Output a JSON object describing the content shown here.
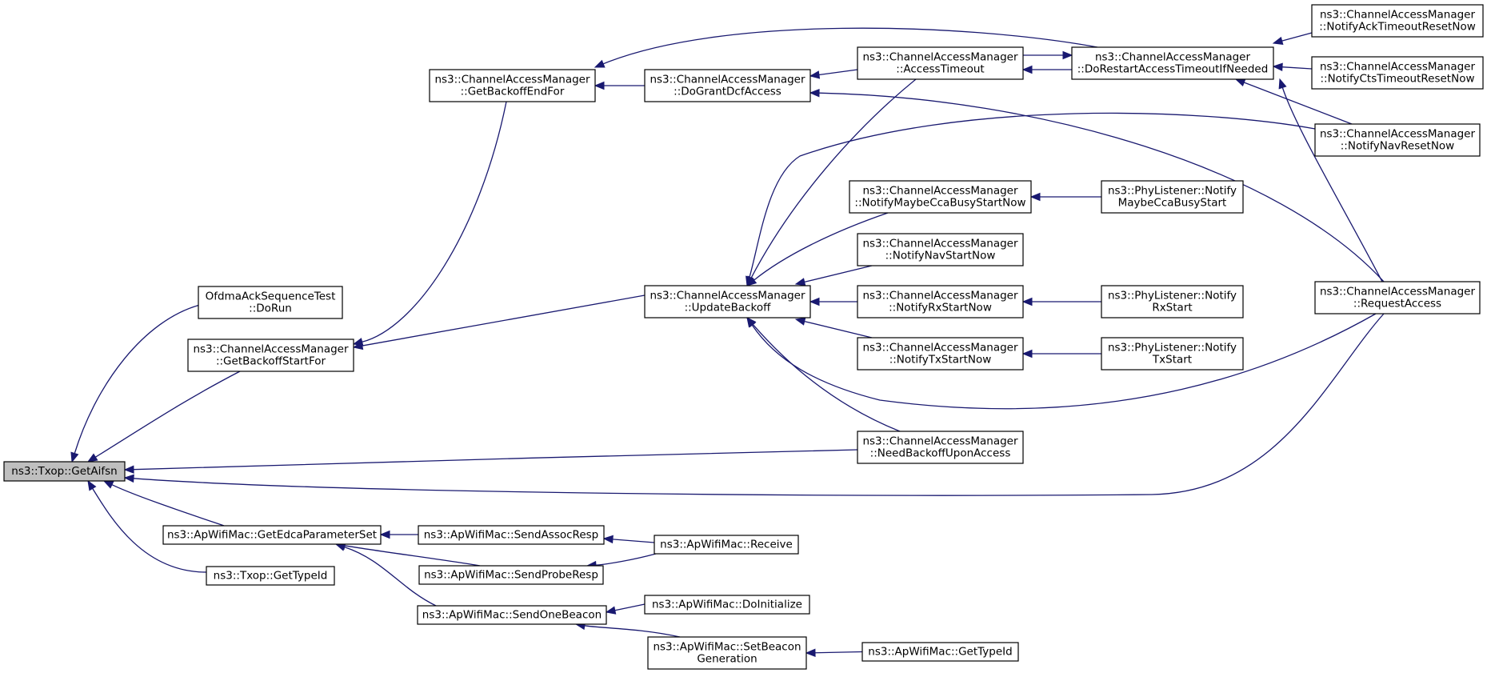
{
  "colors": {
    "edge": "#191970",
    "root_fill": "#bfbfbf",
    "node_fill": "#ffffff",
    "node_stroke": "#000000"
  },
  "nodes": [
    {
      "id": "txop_getaifsn",
      "lines": [
        "ns3::Txop::GetAifsn"
      ],
      "root": true
    },
    {
      "id": "ofdma_dorun",
      "lines": [
        "OfdmaAckSequenceTest",
        "::DoRun"
      ]
    },
    {
      "id": "cam_getbackoffstartfor",
      "lines": [
        "ns3::ChannelAccessManager",
        "::GetBackoffStartFor"
      ]
    },
    {
      "id": "cam_getbackoffendfor",
      "lines": [
        "ns3::ChannelAccessManager",
        "::GetBackoffEndFor"
      ]
    },
    {
      "id": "cam_dograntdcfaccess",
      "lines": [
        "ns3::ChannelAccessManager",
        "::DoGrantDcfAccess"
      ]
    },
    {
      "id": "cam_accesstimeout",
      "lines": [
        "ns3::ChannelAccessManager",
        "::AccessTimeout"
      ]
    },
    {
      "id": "cam_dorestartaccesstimeout",
      "lines": [
        "ns3::ChannelAccessManager",
        "::DoRestartAccessTimeoutIfNeeded"
      ]
    },
    {
      "id": "cam_notifyacktimeoutresetnow",
      "lines": [
        "ns3::ChannelAccessManager",
        "::NotifyAckTimeoutResetNow"
      ]
    },
    {
      "id": "cam_notifyctstimeoutresetnow",
      "lines": [
        "ns3::ChannelAccessManager",
        "::NotifyCtsTimeoutResetNow"
      ]
    },
    {
      "id": "cam_notifynavresetnow",
      "lines": [
        "ns3::ChannelAccessManager",
        "::NotifyNavResetNow"
      ]
    },
    {
      "id": "cam_requestaccess",
      "lines": [
        "ns3::ChannelAccessManager",
        "::RequestAccess"
      ]
    },
    {
      "id": "cam_updatebackoff",
      "lines": [
        "ns3::ChannelAccessManager",
        "::UpdateBackoff"
      ]
    },
    {
      "id": "cam_notifymaybeccabusystartnow",
      "lines": [
        "ns3::ChannelAccessManager",
        "::NotifyMaybeCcaBusyStartNow"
      ]
    },
    {
      "id": "phy_notifymaybeccabusystart",
      "lines": [
        "ns3::PhyListener::Notify",
        "MaybeCcaBusyStart"
      ]
    },
    {
      "id": "cam_notifynavstartnow",
      "lines": [
        "ns3::ChannelAccessManager",
        "::NotifyNavStartNow"
      ]
    },
    {
      "id": "cam_notifyrxstartnow",
      "lines": [
        "ns3::ChannelAccessManager",
        "::NotifyRxStartNow"
      ]
    },
    {
      "id": "phy_notifyrxstart",
      "lines": [
        "ns3::PhyListener::Notify",
        "RxStart"
      ]
    },
    {
      "id": "cam_notifytxstartnow",
      "lines": [
        "ns3::ChannelAccessManager",
        "::NotifyTxStartNow"
      ]
    },
    {
      "id": "phy_notifytxstart",
      "lines": [
        "ns3::PhyListener::Notify",
        "TxStart"
      ]
    },
    {
      "id": "cam_needbackoffuponaccess",
      "lines": [
        "ns3::ChannelAccessManager",
        "::NeedBackoffUponAccess"
      ]
    },
    {
      "id": "apwifimac_getedcaparameterset",
      "lines": [
        "ns3::ApWifiMac::GetEdcaParameterSet"
      ]
    },
    {
      "id": "apwifimac_sendassocresp",
      "lines": [
        "ns3::ApWifiMac::SendAssocResp"
      ]
    },
    {
      "id": "apwifimac_receive",
      "lines": [
        "ns3::ApWifiMac::Receive"
      ]
    },
    {
      "id": "apwifimac_sendproberesp",
      "lines": [
        "ns3::ApWifiMac::SendProbeResp"
      ]
    },
    {
      "id": "txop_gettypeid",
      "lines": [
        "ns3::Txop::GetTypeId"
      ]
    },
    {
      "id": "apwifimac_sendonebeacon",
      "lines": [
        "ns3::ApWifiMac::SendOneBeacon"
      ]
    },
    {
      "id": "apwifimac_doinitialize",
      "lines": [
        "ns3::ApWifiMac::DoInitialize"
      ]
    },
    {
      "id": "apwifimac_setbeacongeneration",
      "lines": [
        "ns3::ApWifiMac::SetBeacon",
        "Generation"
      ]
    },
    {
      "id": "apwifimac_gettypeid",
      "lines": [
        "ns3::ApWifiMac::GetTypeId"
      ]
    }
  ],
  "edges": [
    {
      "from": "ofdma_dorun",
      "to": "txop_getaifsn"
    },
    {
      "from": "cam_getbackoffstartfor",
      "to": "txop_getaifsn"
    },
    {
      "from": "cam_needbackoffuponaccess",
      "to": "txop_getaifsn"
    },
    {
      "from": "cam_requestaccess",
      "to": "txop_getaifsn"
    },
    {
      "from": "apwifimac_getedcaparameterset",
      "to": "txop_getaifsn"
    },
    {
      "from": "txop_gettypeid",
      "to": "txop_getaifsn"
    },
    {
      "from": "cam_getbackoffendfor",
      "to": "cam_getbackoffstartfor"
    },
    {
      "from": "cam_updatebackoff",
      "to": "cam_getbackoffstartfor"
    },
    {
      "from": "cam_dograntdcfaccess",
      "to": "cam_getbackoffendfor"
    },
    {
      "from": "cam_dorestartaccesstimeout",
      "to": "cam_getbackoffendfor"
    },
    {
      "from": "cam_accesstimeout",
      "to": "cam_dograntdcfaccess"
    },
    {
      "from": "cam_requestaccess",
      "to": "cam_dograntdcfaccess"
    },
    {
      "from": "cam_dorestartaccesstimeout",
      "to": "cam_accesstimeout"
    },
    {
      "from": "cam_accesstimeout",
      "to": "cam_dorestartaccesstimeout"
    },
    {
      "from": "cam_notifyacktimeoutresetnow",
      "to": "cam_dorestartaccesstimeout"
    },
    {
      "from": "cam_notifyctstimeoutresetnow",
      "to": "cam_dorestartaccesstimeout"
    },
    {
      "from": "cam_notifynavresetnow",
      "to": "cam_dorestartaccesstimeout"
    },
    {
      "from": "cam_requestaccess",
      "to": "cam_dorestartaccesstimeout"
    },
    {
      "from": "cam_accesstimeout",
      "to": "cam_updatebackoff"
    },
    {
      "from": "cam_notifynavresetnow",
      "to": "cam_updatebackoff"
    },
    {
      "from": "cam_notifymaybeccabusystartnow",
      "to": "cam_updatebackoff"
    },
    {
      "from": "cam_notifynavstartnow",
      "to": "cam_updatebackoff"
    },
    {
      "from": "cam_notifyrxstartnow",
      "to": "cam_updatebackoff"
    },
    {
      "from": "cam_notifytxstartnow",
      "to": "cam_updatebackoff"
    },
    {
      "from": "cam_needbackoffuponaccess",
      "to": "cam_updatebackoff"
    },
    {
      "from": "cam_requestaccess",
      "to": "cam_updatebackoff"
    },
    {
      "from": "phy_notifymaybeccabusystart",
      "to": "cam_notifymaybeccabusystartnow"
    },
    {
      "from": "phy_notifyrxstart",
      "to": "cam_notifyrxstartnow"
    },
    {
      "from": "phy_notifytxstart",
      "to": "cam_notifytxstartnow"
    },
    {
      "from": "apwifimac_sendassocresp",
      "to": "apwifimac_getedcaparameterset"
    },
    {
      "from": "apwifimac_sendproberesp",
      "to": "apwifimac_getedcaparameterset"
    },
    {
      "from": "apwifimac_sendonebeacon",
      "to": "apwifimac_getedcaparameterset"
    },
    {
      "from": "apwifimac_receive",
      "to": "apwifimac_sendassocresp"
    },
    {
      "from": "apwifimac_receive",
      "to": "apwifimac_sendproberesp"
    },
    {
      "from": "apwifimac_doinitialize",
      "to": "apwifimac_sendonebeacon"
    },
    {
      "from": "apwifimac_setbeacongeneration",
      "to": "apwifimac_sendonebeacon"
    },
    {
      "from": "apwifimac_gettypeid",
      "to": "apwifimac_setbeacongeneration"
    }
  ]
}
